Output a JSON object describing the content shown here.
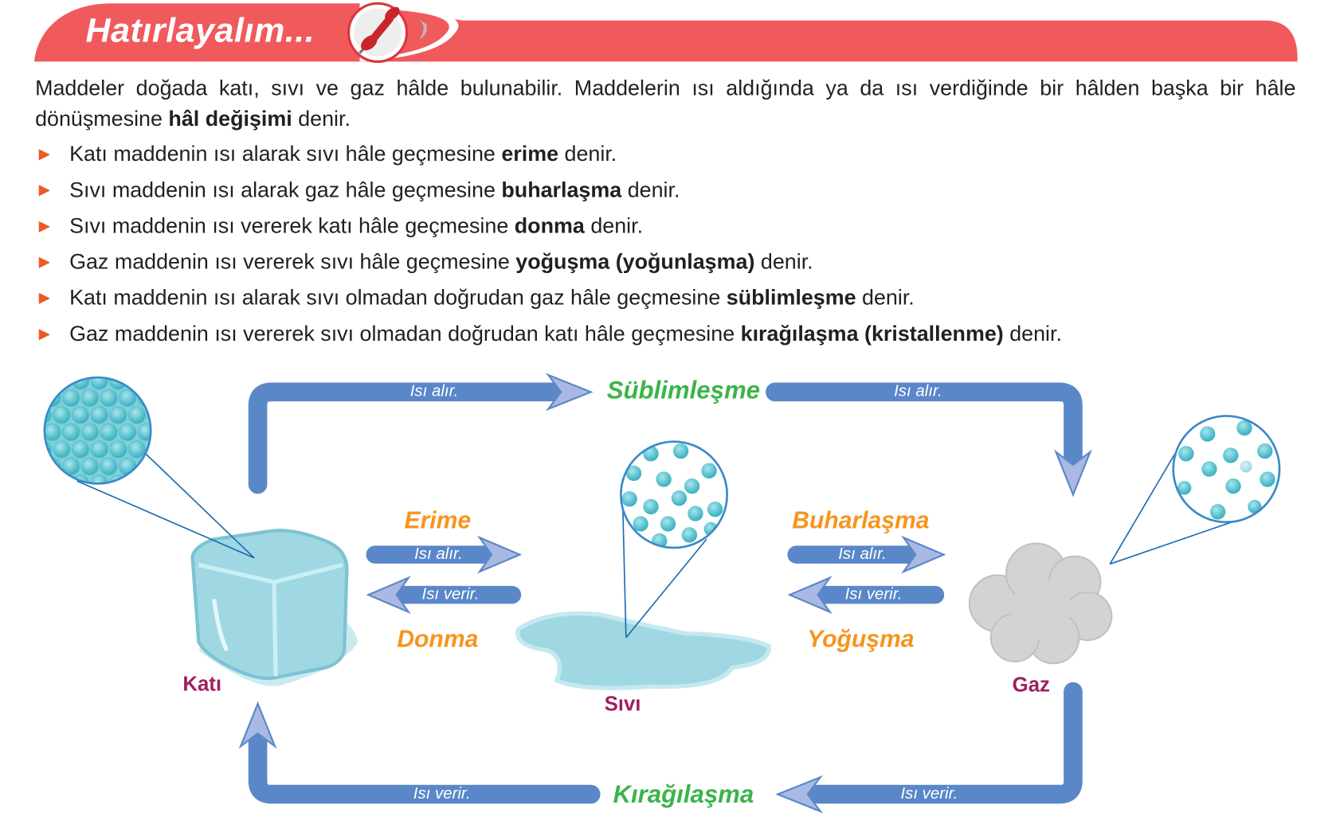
{
  "banner": {
    "title": "Hatırlayalım...",
    "icon": "pushpin-icon"
  },
  "intro": {
    "text_before": "Maddeler doğada katı, sıvı ve gaz hâlde bulunabilir. Maddelerin ısı aldığında ya da ısı verdiğinde bir hâlden başka bir hâle dönüşmesine ",
    "bold": "hâl değişimi",
    "text_after": " denir."
  },
  "bullets": [
    {
      "before": "Katı maddenin ısı alarak sıvı hâle geçmesine ",
      "bold": "erime",
      "after": " denir."
    },
    {
      "before": "Sıvı maddenin ısı alarak gaz hâle geçmesine ",
      "bold": "buharlaşma",
      "after": " denir."
    },
    {
      "before": "Sıvı maddenin ısı vererek katı hâle geçmesine ",
      "bold": "donma",
      "after": " denir."
    },
    {
      "before": "Gaz maddenin ısı vererek sıvı hâle geçmesine ",
      "bold": "yoğuşma (yoğunlaşma)",
      "after": " denir."
    },
    {
      "before": "Katı maddenin ısı alarak sıvı olmadan doğrudan gaz hâle geçmesine ",
      "bold": "süblimleşme",
      "after": " denir."
    },
    {
      "before": "Gaz maddenin ısı vererek sıvı olmadan doğrudan katı hâle geçmesine ",
      "bold": "kırağılaşma (kristallenme)",
      "after": " denir."
    }
  ],
  "bullet_marker": "►",
  "diagram": {
    "states": {
      "solid": "Katı",
      "liquid": "Sıvı",
      "gas": "Gaz"
    },
    "processes": {
      "sublimation": "Süblimleşme",
      "deposition": "Kırağılaşma",
      "melting": "Erime",
      "freezing": "Donma",
      "evaporation": "Buharlaşma",
      "condensation": "Yoğuşma"
    },
    "arrow_labels": {
      "sub_left": "Isı alır.",
      "sub_right": "Isı alır.",
      "dep_right": "Isı verir.",
      "dep_left": "Isı verir.",
      "melt": "Isı alır.",
      "freeze": "Isı verir.",
      "evap": "Isı alır.",
      "cond": "Isı verir."
    },
    "colors": {
      "arrow": "#5a87c8",
      "green": "#3bb44a",
      "orange": "#f7941d",
      "state": "#9e1f63",
      "banner": "#f05a5d"
    }
  }
}
